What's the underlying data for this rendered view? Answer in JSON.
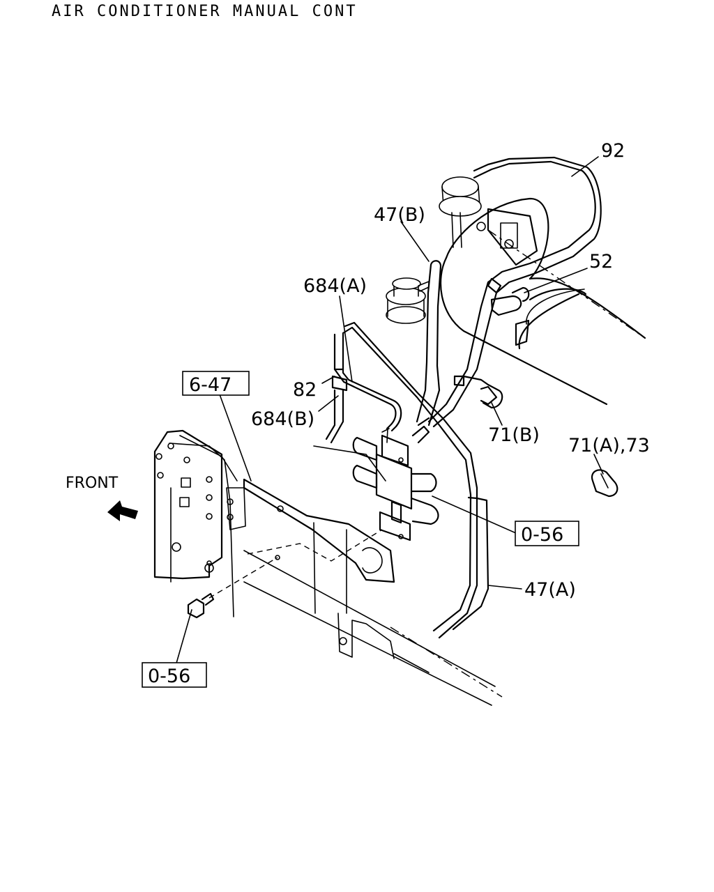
{
  "title": "AIR CONDITIONER MANUAL CONT",
  "labels": {
    "p92": "92",
    "p47b": "47(B)",
    "p52": "52",
    "p684a": "684(A)",
    "p647": "6-47",
    "p82": "82",
    "p684b": "684(B)",
    "p71b": "71(B)",
    "p71a73": "71(A),73",
    "front": "FRONT",
    "p056_right": "0-56",
    "p47a": "47(A)",
    "p056_left": "0-56"
  }
}
